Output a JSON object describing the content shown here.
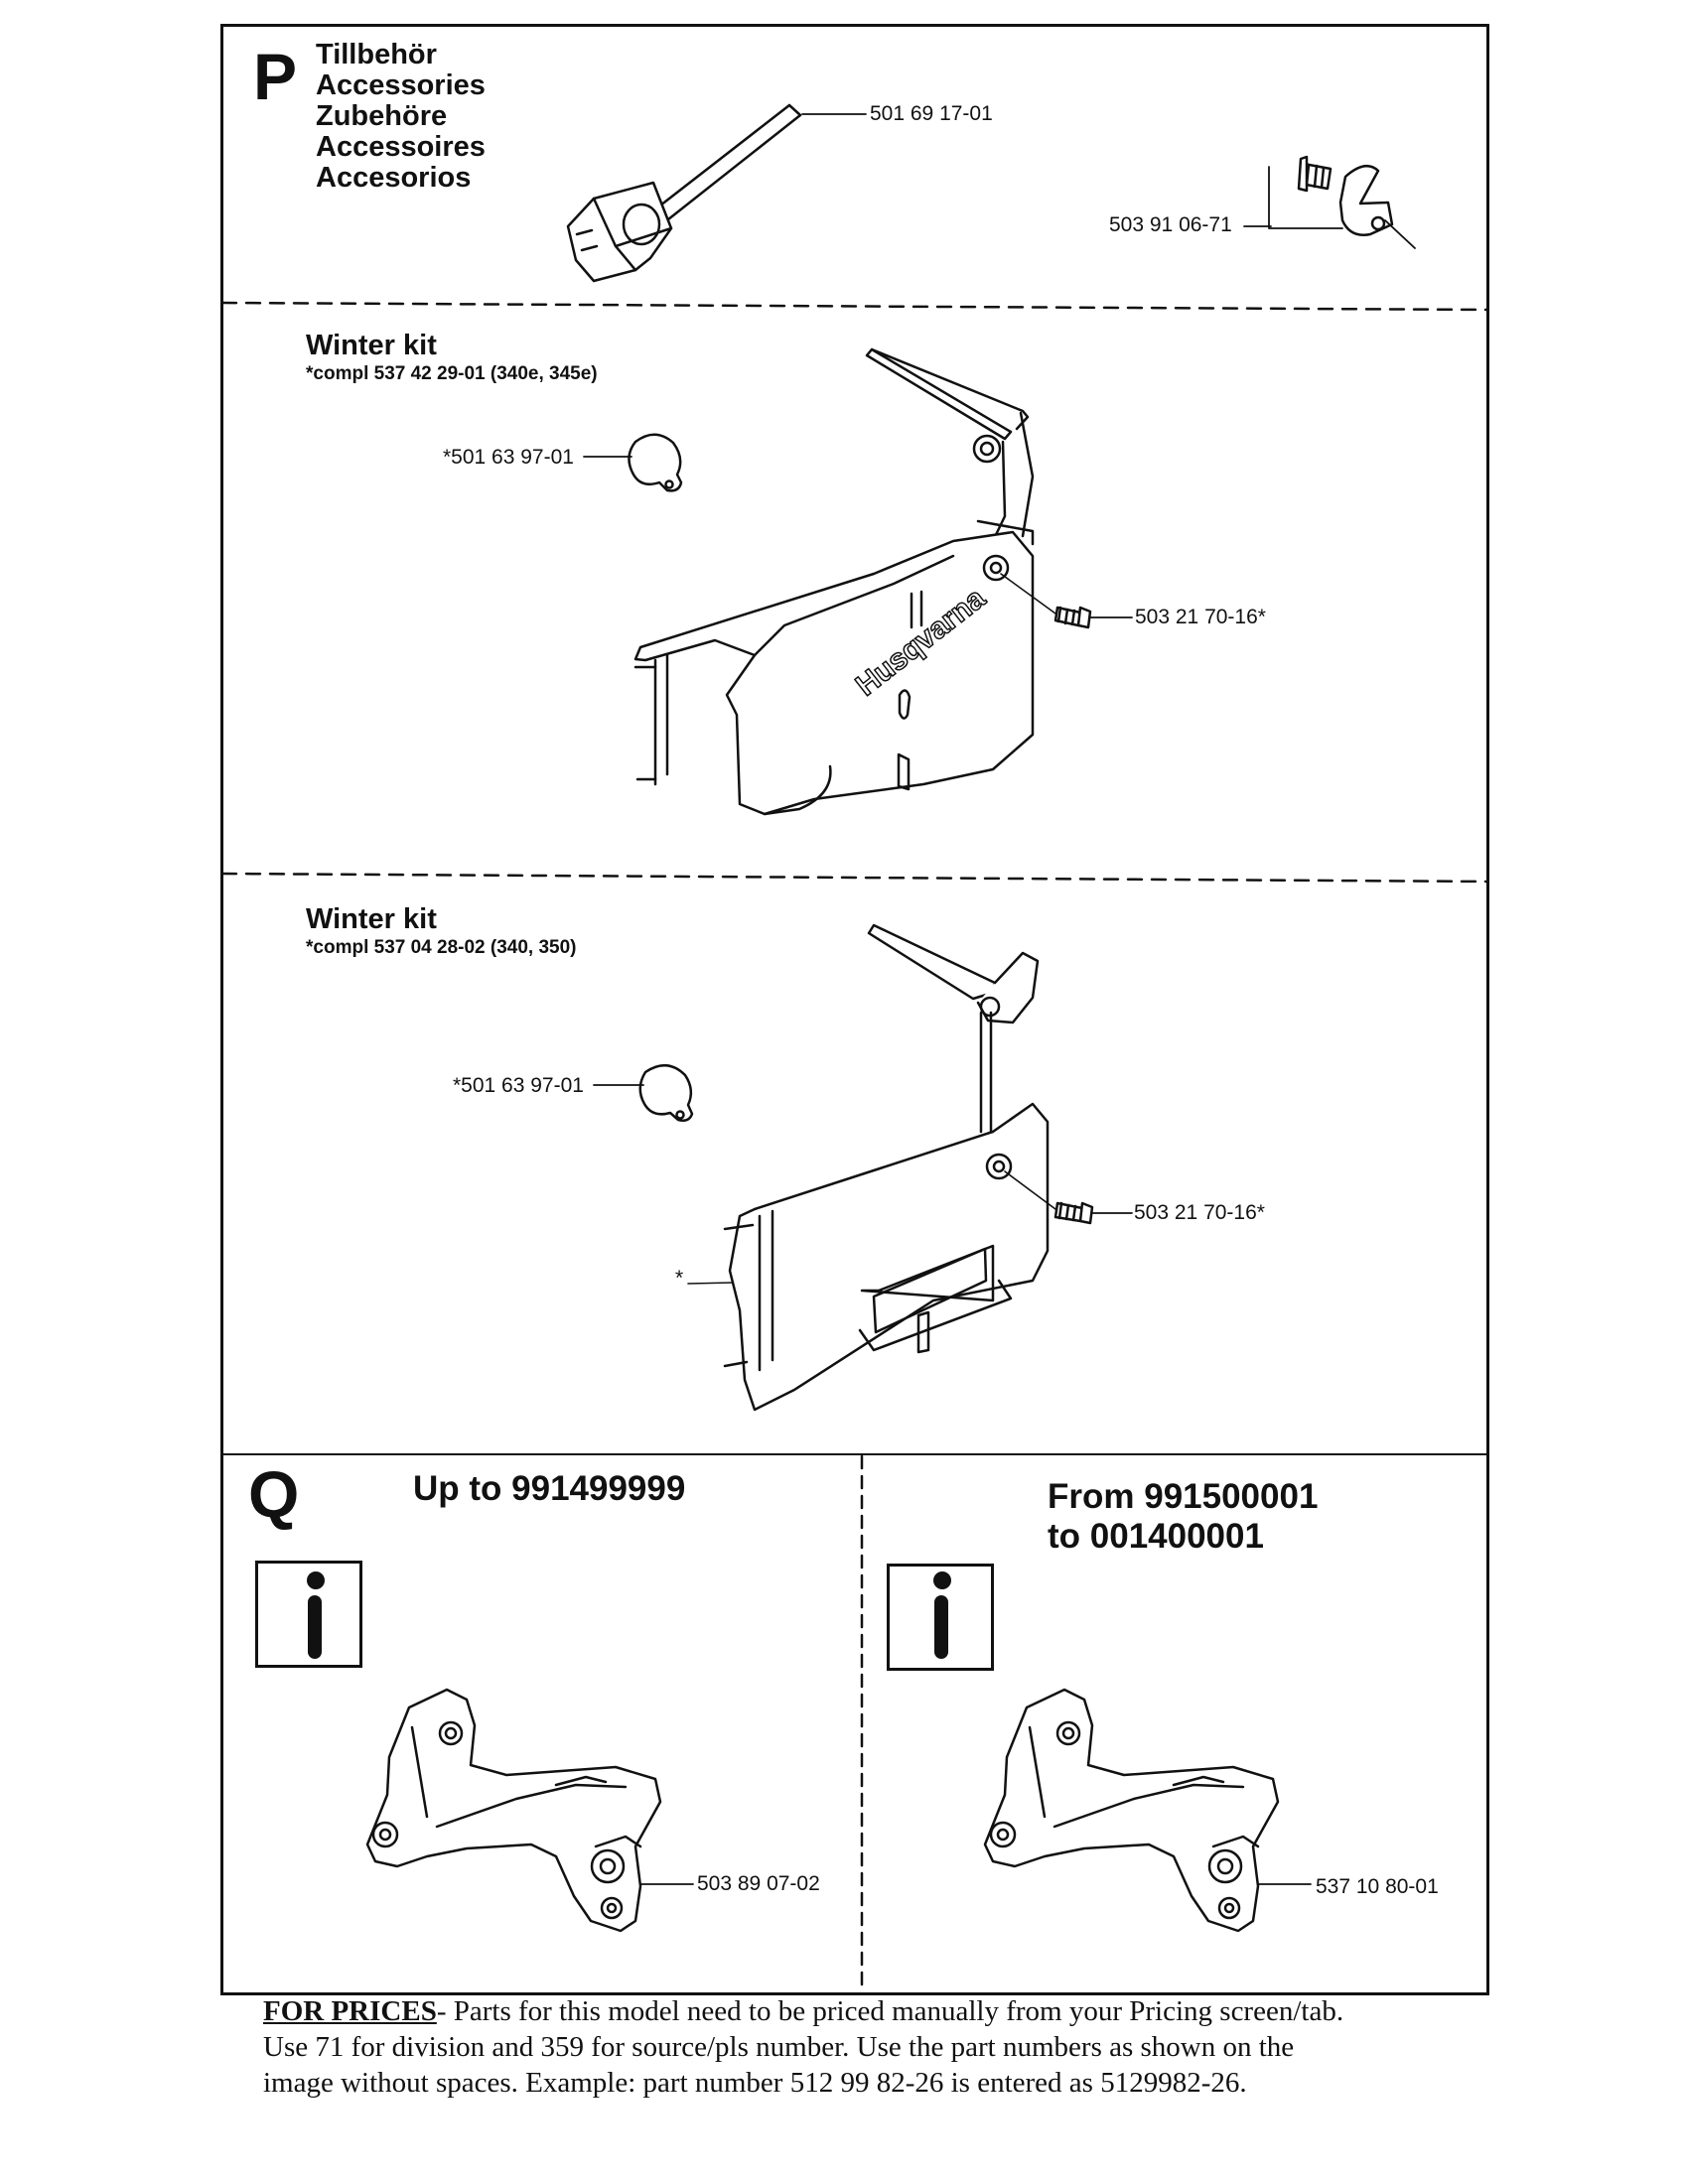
{
  "section_p": {
    "letter": "P",
    "languages": [
      "Tillbehör",
      "Accessories",
      "Zubehöre",
      "Accessoires",
      "Accesorios"
    ],
    "parts": {
      "wrench": "501 69 17-01",
      "screw_clip": "503 91 06-71"
    }
  },
  "winter_kit_1": {
    "title": "Winter kit",
    "compl_prefix": "*compl 537 42 29-01 ",
    "compl_models": "(340e, 345e)",
    "cap_part": "*501 63 97-01",
    "screw_part": "503 21 70-16*",
    "brand": "Husqvarna"
  },
  "winter_kit_2": {
    "title": "Winter kit",
    "compl_prefix": "*compl 537 04 28-02 ",
    "compl_models": "(340, 350)",
    "cap_part": "*501 63 97-01",
    "screw_part": "503 21 70-16*",
    "star": "*"
  },
  "section_q": {
    "letter": "Q",
    "left": {
      "range": "Up to 991499999",
      "part": "503 89 07-02"
    },
    "right": {
      "range_line1": "From 991500001",
      "range_line2": "to 001400001",
      "part": "537 10 80-01"
    }
  },
  "footer": {
    "label": "FOR PRICES",
    "line1": "- Parts for this model need to be priced manually from your Pricing screen/tab.",
    "line2": "Use 71 for division and 359 for source/pls number.  Use the part numbers as shown on the",
    "line3": "image without spaces.  Example: part number 512 99 82-26 is entered as 5129982-26."
  }
}
